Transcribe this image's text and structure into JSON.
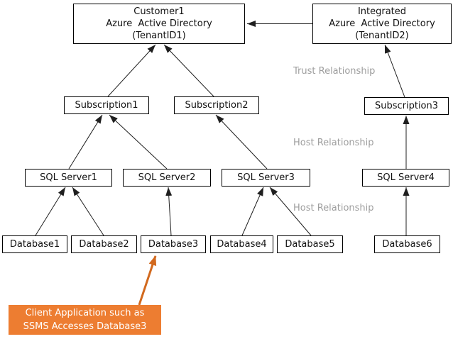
{
  "nodes": {
    "customer_aad": "Customer1\nAzure  Active Directory\n(TenantID1)",
    "integrated_aad": "Integrated\nAzure  Active Directory\n(TenantID2)",
    "subscription1": "Subscription1",
    "subscription2": "Subscription2",
    "subscription3": "Subscription3",
    "sql_server1": "SQL Server1",
    "sql_server2": "SQL Server2",
    "sql_server3": "SQL Server3",
    "sql_server4": "SQL Server4",
    "database1": "Database1",
    "database2": "Database2",
    "database3": "Database3",
    "database4": "Database4",
    "database5": "Database5",
    "database6": "Database6"
  },
  "labels": {
    "trust_relationship": "Trust Relationship",
    "host_relationship_upper": "Host Relationship",
    "host_relationship_lower": "Host Relationship"
  },
  "callout": {
    "text": "Client Application such as\nSSMS Accesses Database3"
  },
  "colors": {
    "callout_bg": "#ED7D31",
    "callout_arrow": "#D2691E",
    "connector": "#1F1F1F",
    "relationship_label_gray": "#9E9E9E",
    "node_border": "#000000",
    "node_bg": "#FFFFFF"
  }
}
